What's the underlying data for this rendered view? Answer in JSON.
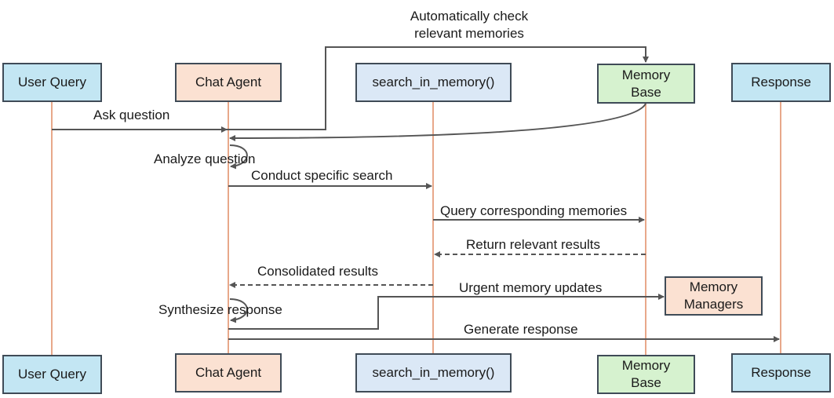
{
  "participants": {
    "user_query": "User Query",
    "chat_agent": "Chat Agent",
    "search": "search_in_memory()",
    "memory_base": "Memory\nBase",
    "response": "Response"
  },
  "memory_managers": "Memory\nManagers",
  "messages": {
    "auto_check": "Automatically check\nrelevant memories",
    "ask_question": "Ask question",
    "analyze_question": "Analyze question",
    "conduct_search": "Conduct specific search",
    "query_memories": "Query corresponding memories",
    "return_results": "Return relevant results",
    "consolidated": "Consolidated results",
    "urgent_updates": "Urgent memory updates",
    "synthesize": "Synthesize response",
    "generate": "Generate response"
  },
  "colors": {
    "lifeline": "#e8a88a",
    "arrow": "#555555",
    "user_query": "#c3e6f3",
    "chat_agent": "#fbe1d2",
    "search": "#dbe8f6",
    "memory_base": "#d6f2cf"
  }
}
